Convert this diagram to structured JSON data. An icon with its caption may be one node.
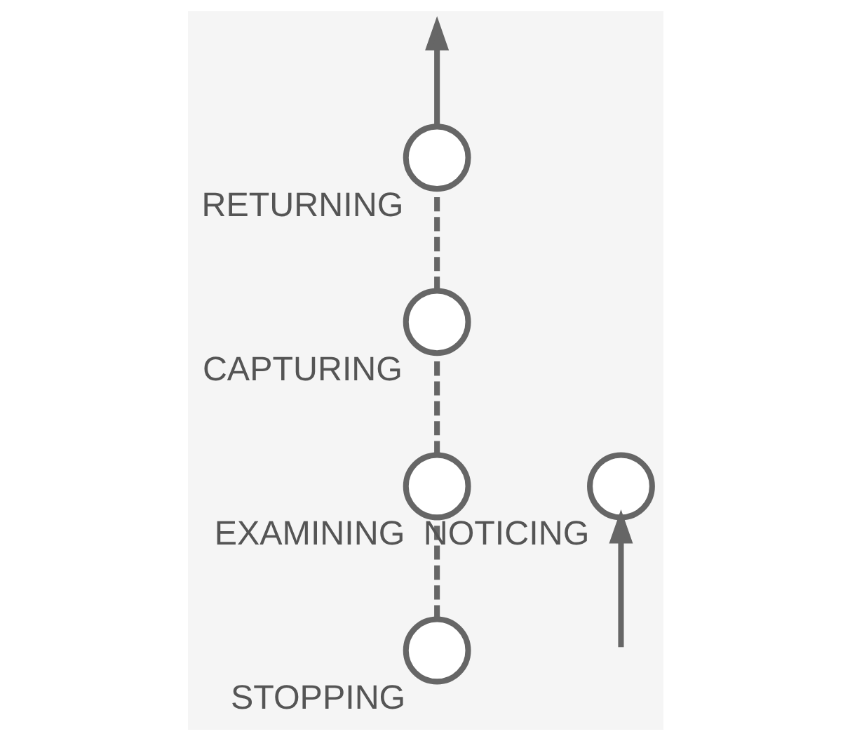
{
  "diagram": {
    "nodes": [
      {
        "text": [],
        "shape": "circle",
        "beside": [
          "RETURNING"
        ]
      },
      {
        "text": [],
        "shape": "circle",
        "beside": [
          "CAPTURING"
        ]
      },
      {
        "text": [],
        "shape": "circle",
        "beside": [
          "EXAMINING"
        ]
      },
      {
        "text": [],
        "shape": "circle",
        "beside": [
          "STOPPING"
        ]
      },
      {
        "text": [],
        "shape": "circle",
        "beside": [
          "NOTICING"
        ]
      }
    ],
    "edges": [
      {
        "from": null,
        "to": 4,
        "arrow": "to"
      },
      {
        "from": 3,
        "to": 2,
        "arrow": "none",
        "style": "dashed"
      },
      {
        "from": 2,
        "to": 1,
        "arrow": "none",
        "style": "dashed"
      },
      {
        "from": 1,
        "to": 0,
        "arrow": "none",
        "style": "dashed"
      },
      {
        "from": 0,
        "to": null,
        "arrow": "to"
      }
    ]
  }
}
